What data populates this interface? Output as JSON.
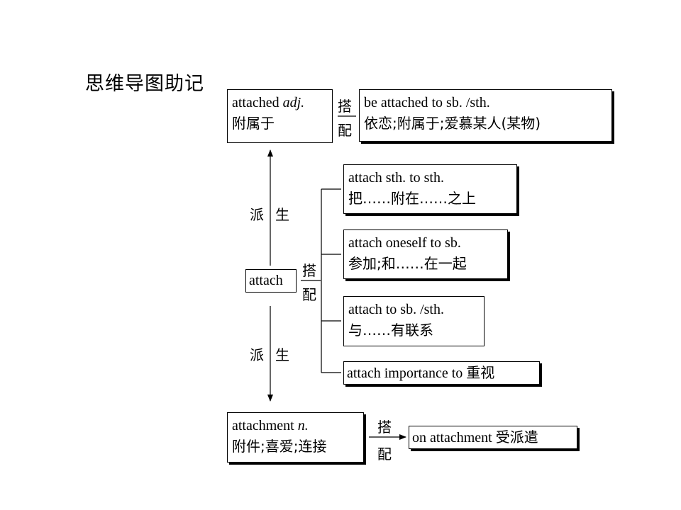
{
  "title": "思维导图助记",
  "root": {
    "word": "attach"
  },
  "adj": {
    "word": "attached",
    "pos": "adj.",
    "meaning": "附属于"
  },
  "adj_collocation": {
    "phrase": "be attached to sb. /sth.",
    "meaning": "依恋;附属于;爱慕某人(某物)"
  },
  "noun": {
    "word": "attachment",
    "pos": "n.",
    "meaning": "附件;喜爱;连接"
  },
  "noun_collocation": {
    "phrase": "on attachment",
    "meaning": "受派遣"
  },
  "collocations": [
    {
      "phrase": "attach sth.  to sth.",
      "meaning": "把……附在……之上"
    },
    {
      "phrase": "attach oneself to sb.",
      "meaning": "参加;和……在一起"
    },
    {
      "phrase": "attach to sb. /sth.",
      "meaning": "与……有联系"
    },
    {
      "phrase": "attach importance to",
      "meaning": "重视"
    }
  ],
  "labels": {
    "derive_top_1": "派",
    "derive_top_2": "生",
    "derive_bottom_1": "派",
    "derive_bottom_2": "生",
    "colloc_adj_1": "搭",
    "colloc_adj_2": "配",
    "colloc_root_1": "搭",
    "colloc_root_2": "配",
    "colloc_noun_1": "搭",
    "colloc_noun_2": "配"
  }
}
